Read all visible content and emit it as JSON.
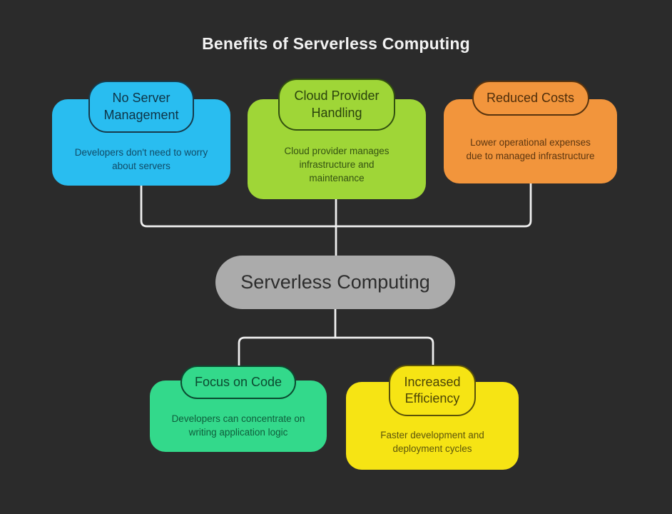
{
  "title": "Benefits of Serverless Computing",
  "background_color": "#2b2b2b",
  "connectors": {
    "color": "#f0f0f0"
  },
  "center_node": {
    "label": "Serverless Computing",
    "fill": "#ababab",
    "text_color": "#2d2d2d"
  },
  "top_nodes": [
    {
      "label": "No Server Management",
      "description": "Developers don't need to worry about servers",
      "fill": "#29bdf0",
      "border_color": "#163a4c",
      "header_text_color": "#0e3446",
      "description_text_color": "#104b67"
    },
    {
      "label": "Cloud Provider Handling",
      "description": "Cloud provider manages infrastructure and maintenance",
      "fill": "#9fd637",
      "border_color": "#32500f",
      "header_text_color": "#2a430c",
      "description_text_color": "#345212"
    },
    {
      "label": "Reduced Costs",
      "description": "Lower operational expenses due to managed infrastructure",
      "fill": "#f2953c",
      "border_color": "#57330e",
      "header_text_color": "#4e2d0a",
      "description_text_color": "#5c3610"
    }
  ],
  "bottom_nodes": [
    {
      "label": "Focus on Code",
      "description": "Developers can concentrate on writing application logic",
      "fill": "#33d98b",
      "border_color": "#10513 6",
      "header_text_color": "#0b4a30",
      "description_text_color": "#0f5e3c"
    },
    {
      "label": "Increased Efficiency",
      "description": "Faster development and deployment cycles",
      "fill": "#f6e414",
      "border_color": "#5a5208",
      "header_text_color": "#4c4506",
      "description_text_color": "#5d560c"
    }
  ]
}
